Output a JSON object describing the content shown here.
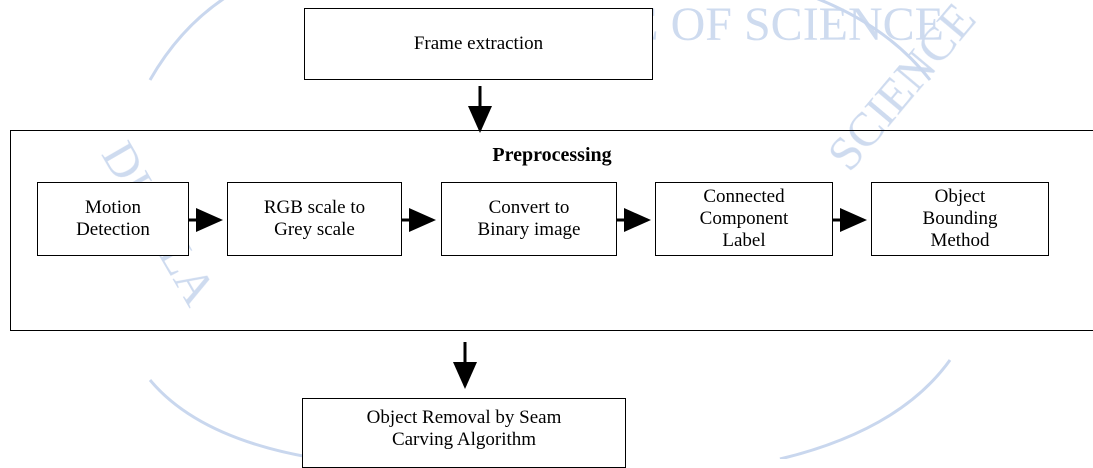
{
  "watermark": {
    "color": "#c9d7ee",
    "text_top": "COLLEGE OF SCIENCE",
    "text_left": "DIYALA",
    "text_right": "SCIENCE"
  },
  "top_box": {
    "label": "Frame extraction"
  },
  "preprocessing": {
    "title": "Preprocessing",
    "steps": [
      "Motion\nDetection",
      "RGB scale to\nGrey scale",
      "Convert to\nBinary image",
      "Connected\nComponent\nLabel",
      "Object\nBounding\nMethod"
    ]
  },
  "bottom_box": {
    "label": "Object Removal by Seam\nCarving Algorithm"
  }
}
